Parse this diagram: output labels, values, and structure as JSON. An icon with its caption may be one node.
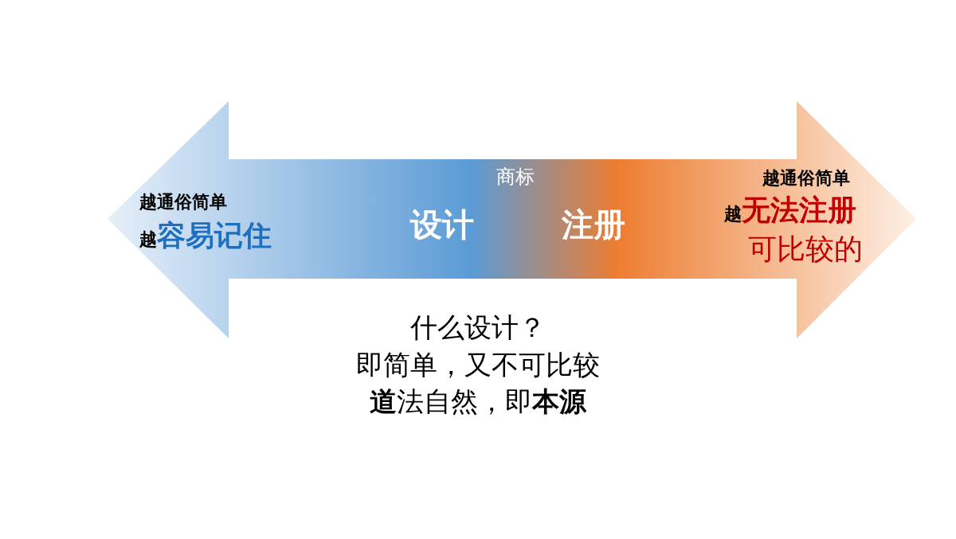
{
  "diagram": {
    "nodes": [
      {
        "text": [
          "越通俗简单",
          "越**容易记住**",
          "商标",
          "设计",
          "注册",
          "越通俗简单",
          "越**无法注册**",
          "可比较的"
        ]
      }
    ],
    "edges": [],
    "labels": [
      "什么设计？",
      "即简单，又不可比较",
      "**道**法自然，即**本源**"
    ]
  }
}
